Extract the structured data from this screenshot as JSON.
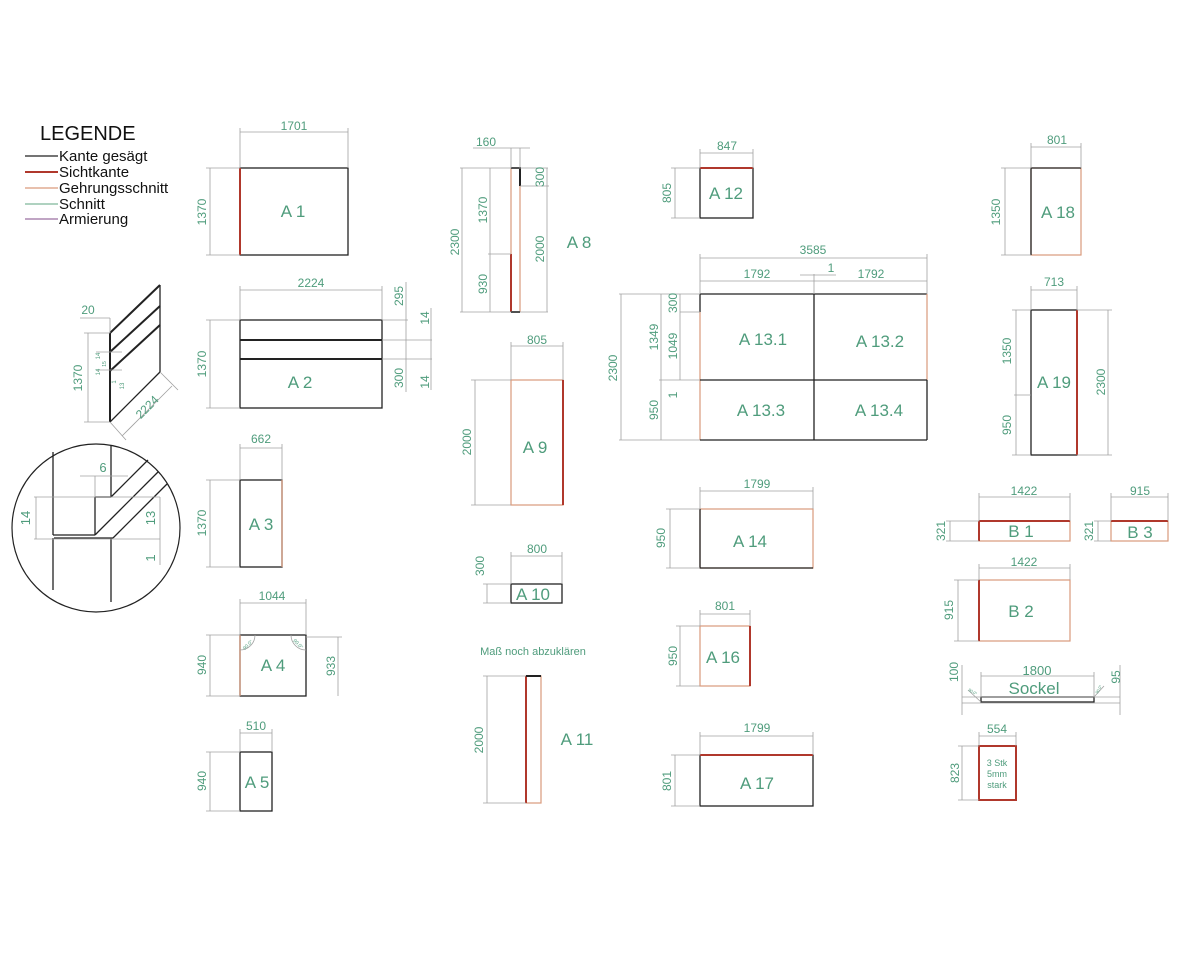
{
  "legend": {
    "title": "LEGENDE",
    "items": [
      {
        "label": "Kante gesägt",
        "color": "#222222"
      },
      {
        "label": "Sichtkante",
        "color": "#b0382c"
      },
      {
        "label": "Gehrungsschnitt",
        "color": "#d99a7c"
      },
      {
        "label": "Schnitt",
        "color": "#7fb79a"
      },
      {
        "label": "Armierung",
        "color": "#9b6fa0"
      }
    ]
  },
  "iso": {
    "d20": "20",
    "h": "1370",
    "w": "2224",
    "a": "14",
    "b": "14",
    "c": "1",
    "d": "13",
    "e": "15"
  },
  "detail": {
    "d6": "6",
    "d14": "14",
    "d13": "13",
    "d1": "1"
  },
  "panels": {
    "a1": {
      "label": "A 1",
      "w": "1701",
      "h": "1370"
    },
    "a2": {
      "label": "A 2",
      "w": "2224",
      "h": "1370",
      "d295": "295",
      "d14a": "14",
      "d300": "300",
      "d14b": "14"
    },
    "a3": {
      "label": "A 3",
      "w": "662",
      "h": "1370"
    },
    "a4": {
      "label": "A 4",
      "w": "1044",
      "h": "940",
      "h2": "933",
      "ang1": "90.0°",
      "ang2": "90.0°"
    },
    "a5": {
      "label": "A 5",
      "w": "510",
      "h": "940"
    },
    "a8": {
      "label": "A 8",
      "w": "160",
      "h": "2300",
      "h1": "1370",
      "h2": "930",
      "h3": "2000",
      "h4": "300"
    },
    "a9": {
      "label": "A 9",
      "w": "805",
      "h": "2000"
    },
    "a10": {
      "label": "A 10",
      "w": "800",
      "h": "300"
    },
    "a11": {
      "label": "A 11",
      "h": "2000",
      "note": "Maß noch abzuklären"
    },
    "a12": {
      "label": "A 12",
      "w": "847",
      "h": "805"
    },
    "a13": {
      "labels": [
        "A 13.1",
        "A 13.2",
        "A 13.3",
        "A 13.4"
      ],
      "w": "3585",
      "w1": "1792",
      "gap": "1",
      "w2": "1792",
      "h": "2300",
      "h1": "1349",
      "h2": "300",
      "h3": "1049",
      "h4": "950",
      "h5": "1"
    },
    "a14": {
      "label": "A 14",
      "w": "1799",
      "h": "950"
    },
    "a16": {
      "label": "A 16",
      "w": "801",
      "h": "950"
    },
    "a17": {
      "label": "A 17",
      "w": "1799",
      "h": "801"
    },
    "a18": {
      "label": "A 18",
      "w": "801",
      "h": "1350"
    },
    "a19": {
      "label": "A 19",
      "w": "713",
      "h1": "1350",
      "h2": "950",
      "h": "2300"
    },
    "b1": {
      "label": "B 1",
      "w": "1422",
      "h": "321"
    },
    "b2": {
      "label": "B 2",
      "w": "1422",
      "h": "915"
    },
    "b3": {
      "label": "B 3",
      "w": "915",
      "h": "321"
    },
    "sockel": {
      "label": "Sockel",
      "w": "1800",
      "h1": "100",
      "h2": "95",
      "ang1": "90.0°",
      "ang2": "90.0°"
    },
    "plate": {
      "w": "554",
      "h": "823",
      "note": [
        "3 Stk",
        "5mm",
        "stark"
      ]
    }
  }
}
